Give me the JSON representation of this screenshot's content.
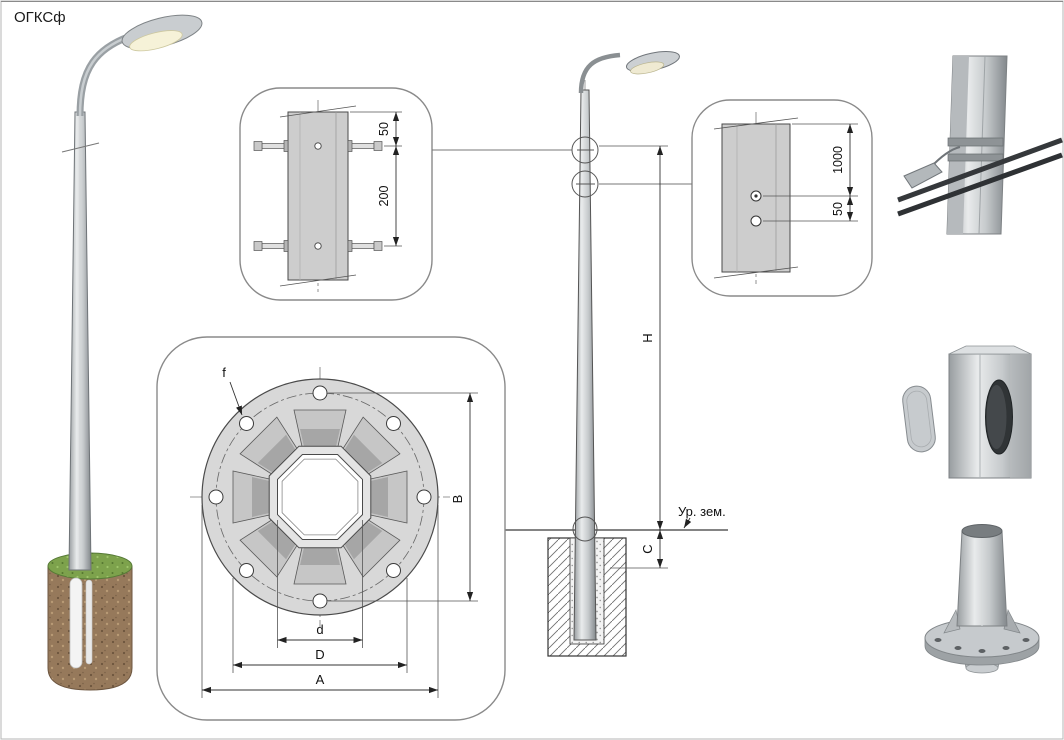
{
  "title": "ОГКСф",
  "detail_clamp": {
    "dim_50": "50",
    "dim_200": "200"
  },
  "detail_hole": {
    "dim_1000": "1000",
    "dim_50": "50"
  },
  "flange": {
    "dim_f": "f",
    "dim_B": "B",
    "dim_d": "d",
    "dim_D": "D",
    "dim_A": "A"
  },
  "elevation": {
    "dim_H": "H",
    "dim_C": "C",
    "ground": "Ур. зем."
  }
}
